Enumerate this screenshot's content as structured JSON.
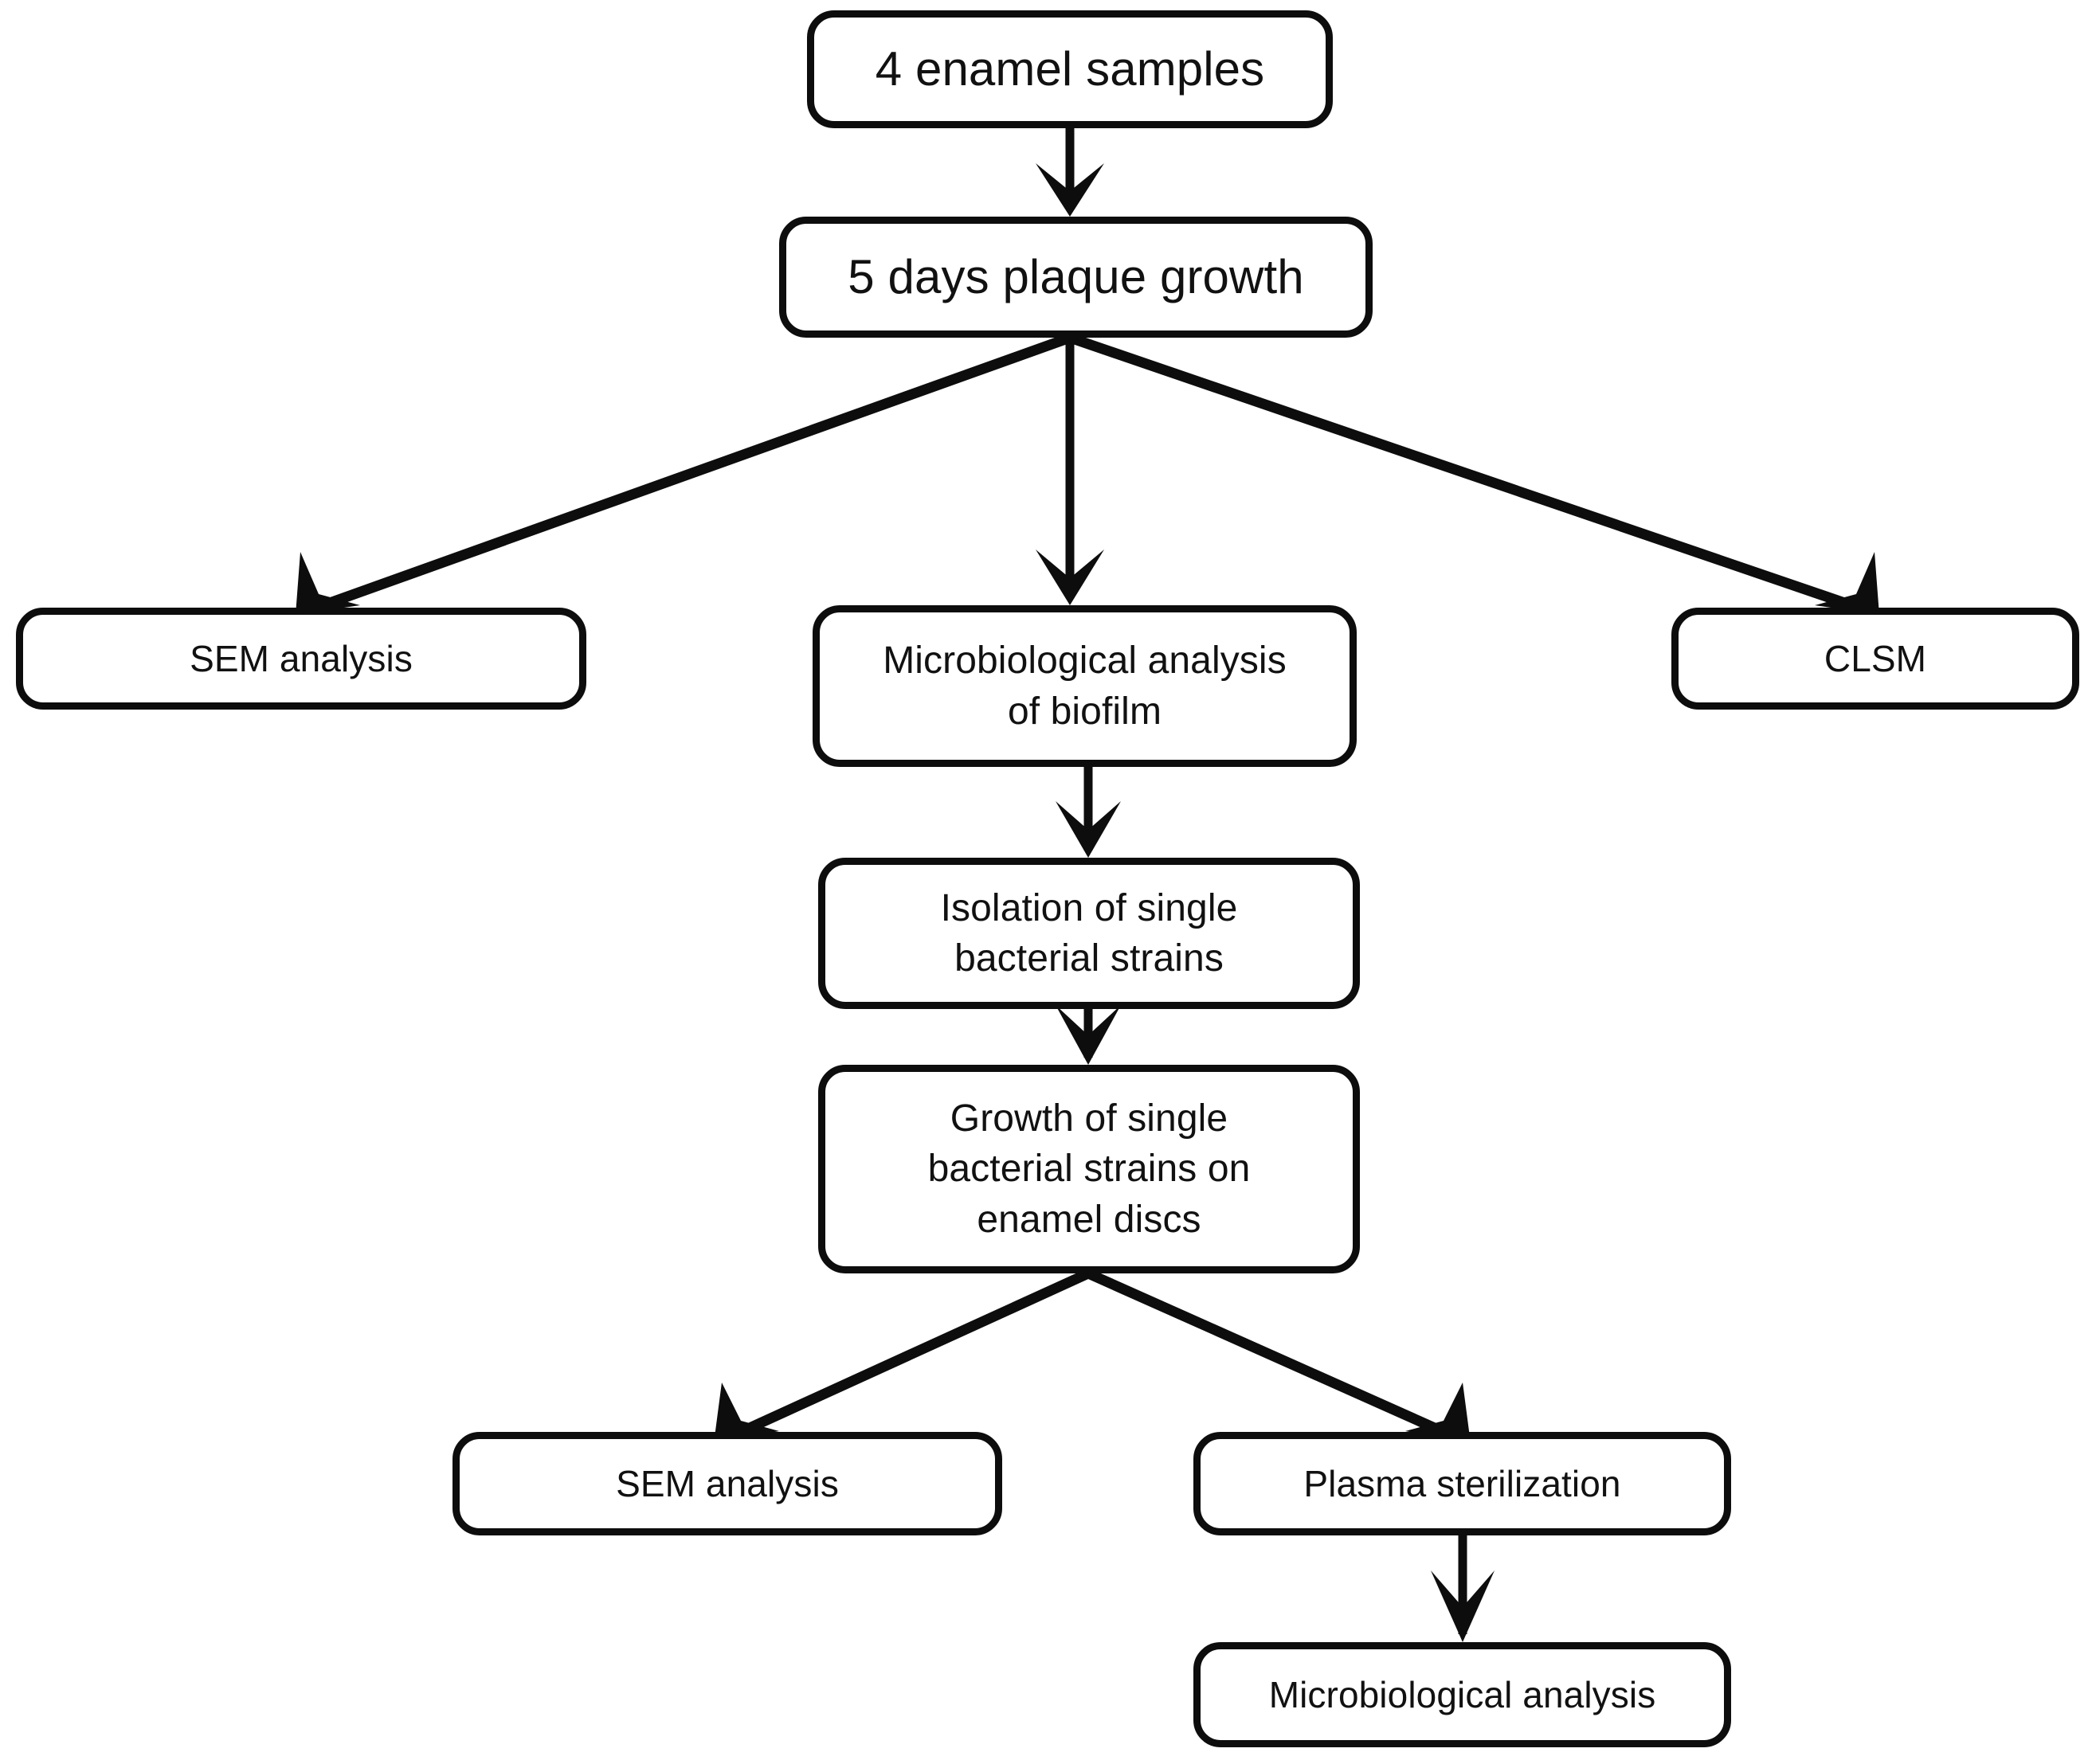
{
  "diagram": {
    "title": "Experimental workflow flowchart",
    "background_color": "#ffffff",
    "line_color": "#0d0d0d",
    "text_color": "#111111",
    "nodes": [
      {
        "id": "enamel-samples",
        "label": "4 enamel samples"
      },
      {
        "id": "plaque-growth",
        "label": "5 days plaque growth"
      },
      {
        "id": "sem-analysis-top",
        "label": "SEM analysis"
      },
      {
        "id": "micro-biofilm",
        "label": "Microbiological analysis\nof biofilm"
      },
      {
        "id": "clsm",
        "label": "CLSM"
      },
      {
        "id": "isolation",
        "label": "Isolation of single\nbacterial strains"
      },
      {
        "id": "growth-discs",
        "label": "Growth of single\nbacterial strains on\nenamel discs"
      },
      {
        "id": "sem-analysis-bot",
        "label": "SEM  analysis"
      },
      {
        "id": "plasma",
        "label": "Plasma sterilization"
      },
      {
        "id": "micro-analysis",
        "label": "Microbiological analysis"
      }
    ],
    "edges": [
      {
        "from": "enamel-samples",
        "to": "plaque-growth",
        "kind": "straight-down"
      },
      {
        "from": "plaque-growth",
        "to": "sem-analysis-top",
        "kind": "diagonal-left"
      },
      {
        "from": "plaque-growth",
        "to": "micro-biofilm",
        "kind": "straight-down"
      },
      {
        "from": "plaque-growth",
        "to": "clsm",
        "kind": "diagonal-right"
      },
      {
        "from": "micro-biofilm",
        "to": "isolation",
        "kind": "straight-down"
      },
      {
        "from": "isolation",
        "to": "growth-discs",
        "kind": "straight-down"
      },
      {
        "from": "growth-discs",
        "to": "sem-analysis-bot",
        "kind": "diagonal-left"
      },
      {
        "from": "growth-discs",
        "to": "plasma",
        "kind": "diagonal-right"
      },
      {
        "from": "plasma",
        "to": "micro-analysis",
        "kind": "straight-down"
      }
    ]
  }
}
